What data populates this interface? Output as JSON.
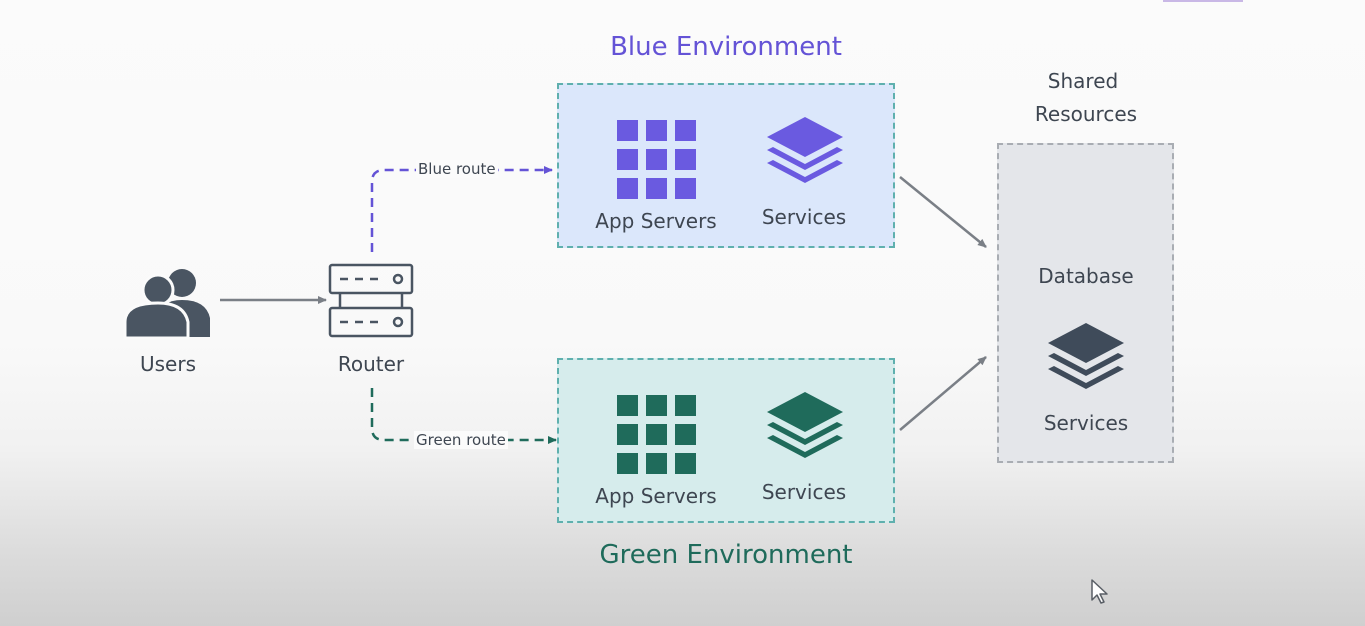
{
  "users": {
    "label": "Users"
  },
  "router": {
    "label": "Router"
  },
  "blue_env": {
    "title": "Blue Environment",
    "app_label": "App Servers",
    "services_label": "Services",
    "color": "#6453d6",
    "fill": "#dbe7fb"
  },
  "green_env": {
    "title": "Green Environment",
    "app_label": "App Servers",
    "services_label": "Services",
    "color": "#1f6b5b",
    "fill": "#d6ecec"
  },
  "routes": {
    "blue": "Blue route",
    "green": "Green route"
  },
  "shared": {
    "title_line1": "Shared",
    "title_line2": "Resources",
    "database_label": "Database",
    "services_label": "Services",
    "fill": "#e4e6ea"
  },
  "icon_colors": {
    "users": "#4a5562",
    "router": "#4a5562",
    "shared_services": "#3f4b5a"
  }
}
